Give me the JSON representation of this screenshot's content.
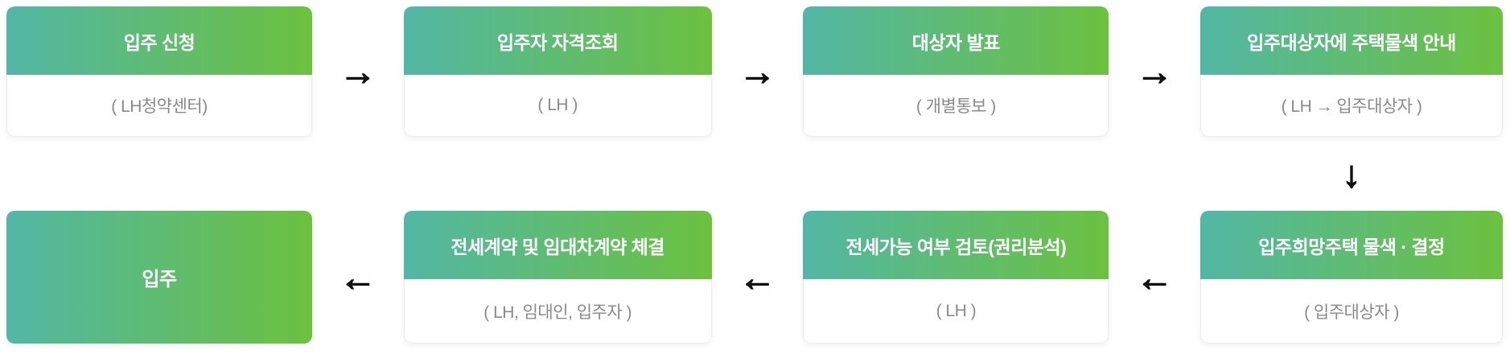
{
  "diagram": {
    "title": "housing-move-in-process-flow",
    "steps": [
      {
        "title": "입주 신청",
        "subtitle": "( LH청약센터)"
      },
      {
        "title": "입주자 자격조회",
        "subtitle": "( LH )"
      },
      {
        "title": "대상자 발표",
        "subtitle": "( 개별통보 )"
      },
      {
        "title": "입주대상자에 주택물색 안내",
        "subtitle": "( LH → 입주대상자 )"
      },
      {
        "title": "입주희망주택 물색 · 결정",
        "subtitle": "( 입주대상자 )"
      },
      {
        "title": "전세가능 여부 검토(권리분석)",
        "subtitle": "( LH )"
      },
      {
        "title": "전세계약 및 임대차계약 체결",
        "subtitle": "( LH, 임대인, 입주자 )"
      },
      {
        "title": "입주"
      }
    ],
    "icons": {
      "arrow_right": "→",
      "arrow_left": "←",
      "arrow_down": "↓"
    },
    "colors": {
      "gradient_start": "#52b7a6",
      "gradient_end": "#6cc13f",
      "header_text": "#ffffff",
      "subtitle_text": "#8a8a8a",
      "arrow": "#101010",
      "box_border": "#ececec",
      "background": "#ffffff"
    }
  }
}
